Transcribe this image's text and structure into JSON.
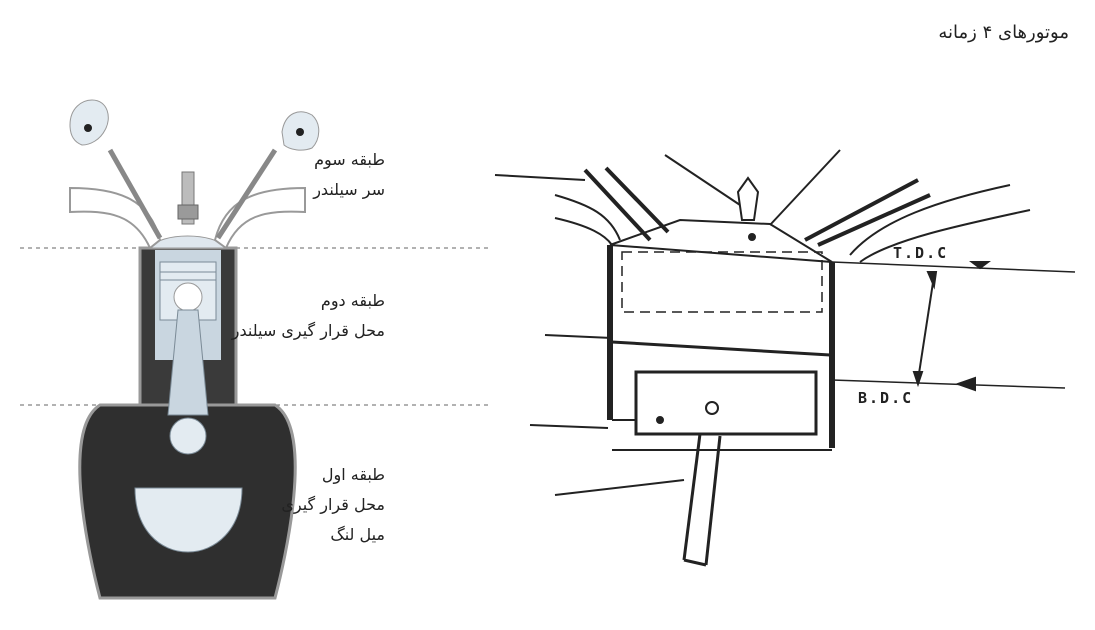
{
  "title": "موتورهای ۴ زمانه",
  "layers": {
    "third": {
      "name": "طبقه سوم",
      "desc": "سر سیلندر"
    },
    "second": {
      "name": "طبقه دوم",
      "desc": "محل قرار گیری سیلندر"
    },
    "first": {
      "name": "طبقه اول",
      "desc1": "محل قرار گیری",
      "desc2": "میل لنگ"
    }
  },
  "markers": {
    "tdc": "T.D.C",
    "bdc": "B.D.C"
  },
  "colors": {
    "engine_dark": "#3a3a3a",
    "engine_light": "#c9d6e0",
    "piston": "#e3ebf1"
  }
}
